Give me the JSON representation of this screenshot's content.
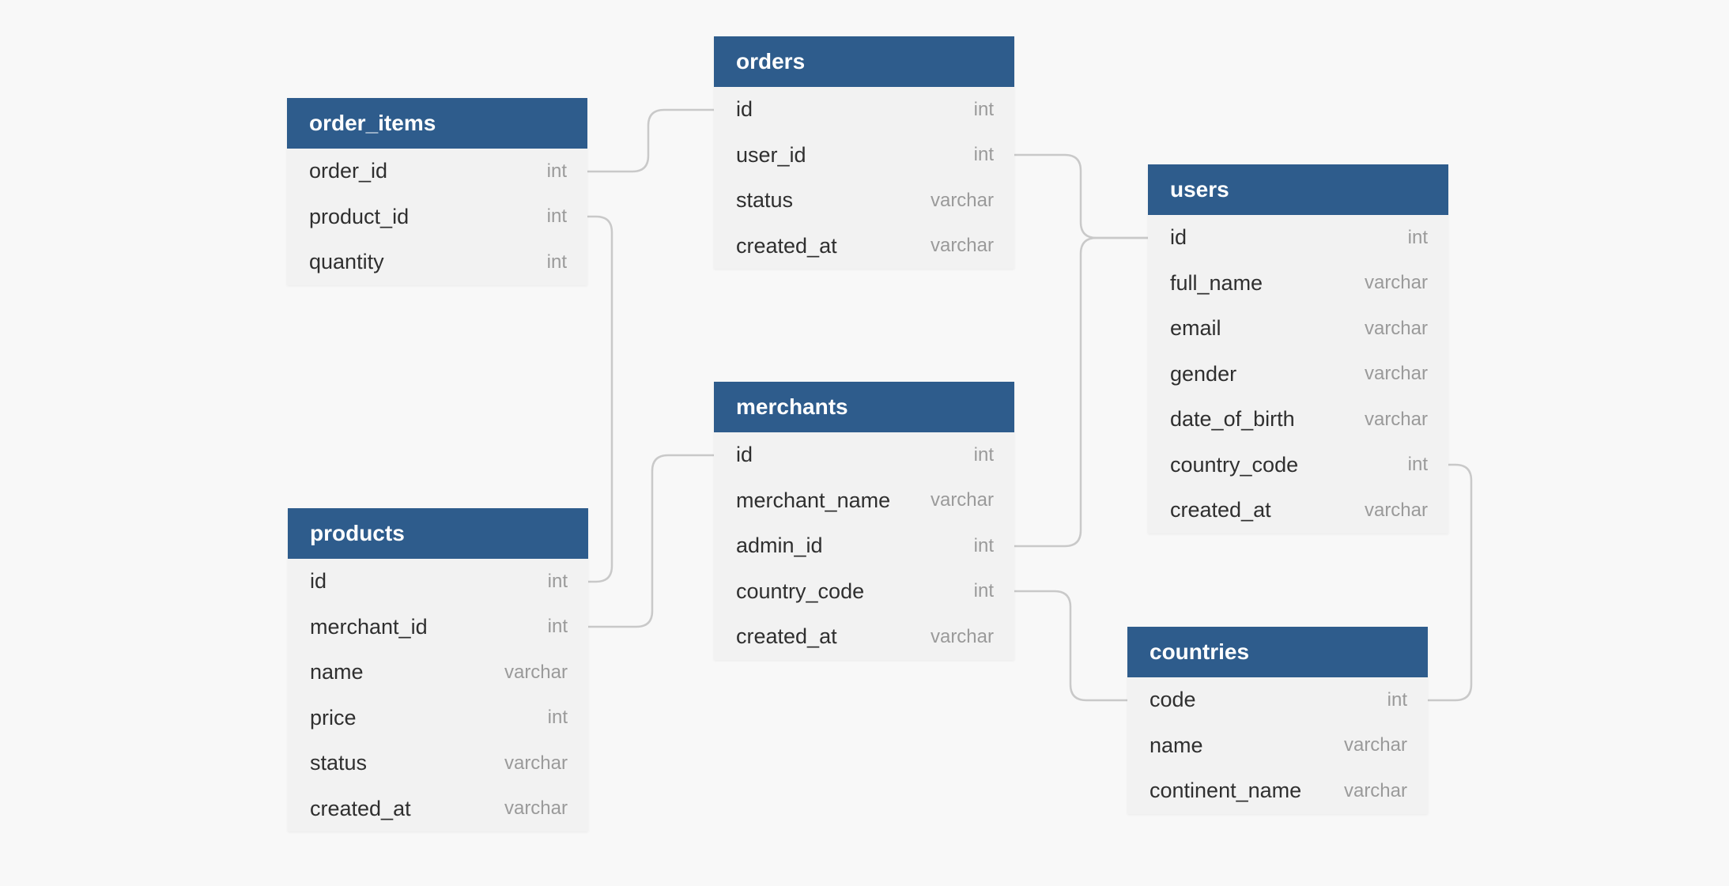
{
  "diagram": {
    "background_color": "#f8f8f8",
    "table_header_color": "#2e5c8c",
    "table_header_text_color": "#ffffff",
    "table_row_color": "#f2f2f2",
    "field_name_color": "#2f2f2f",
    "field_type_color": "#9a9a9a",
    "connector_color": "#c9c9c9"
  },
  "tables": [
    {
      "name": "order_items",
      "fields": [
        {
          "name": "order_id",
          "type": "int"
        },
        {
          "name": "product_id",
          "type": "int"
        },
        {
          "name": "quantity",
          "type": "int"
        }
      ]
    },
    {
      "name": "orders",
      "fields": [
        {
          "name": "id",
          "type": "int"
        },
        {
          "name": "user_id",
          "type": "int"
        },
        {
          "name": "status",
          "type": "varchar"
        },
        {
          "name": "created_at",
          "type": "varchar"
        }
      ]
    },
    {
      "name": "users",
      "fields": [
        {
          "name": "id",
          "type": "int"
        },
        {
          "name": "full_name",
          "type": "varchar"
        },
        {
          "name": "email",
          "type": "varchar"
        },
        {
          "name": "gender",
          "type": "varchar"
        },
        {
          "name": "date_of_birth",
          "type": "varchar"
        },
        {
          "name": "country_code",
          "type": "int"
        },
        {
          "name": "created_at",
          "type": "varchar"
        }
      ]
    },
    {
      "name": "products",
      "fields": [
        {
          "name": "id",
          "type": "int"
        },
        {
          "name": "merchant_id",
          "type": "int"
        },
        {
          "name": "name",
          "type": "varchar"
        },
        {
          "name": "price",
          "type": "int"
        },
        {
          "name": "status",
          "type": "varchar"
        },
        {
          "name": "created_at",
          "type": "varchar"
        }
      ]
    },
    {
      "name": "merchants",
      "fields": [
        {
          "name": "id",
          "type": "int"
        },
        {
          "name": "merchant_name",
          "type": "varchar"
        },
        {
          "name": "admin_id",
          "type": "int"
        },
        {
          "name": "country_code",
          "type": "int"
        },
        {
          "name": "created_at",
          "type": "varchar"
        }
      ]
    },
    {
      "name": "countries",
      "fields": [
        {
          "name": "code",
          "type": "int"
        },
        {
          "name": "name",
          "type": "varchar"
        },
        {
          "name": "continent_name",
          "type": "varchar"
        }
      ]
    }
  ],
  "relations": [
    {
      "from": "order_items.order_id",
      "to": "orders.id"
    },
    {
      "from": "order_items.product_id",
      "to": "products.id"
    },
    {
      "from": "products.merchant_id",
      "to": "merchants.id"
    },
    {
      "from": "orders.user_id",
      "to": "users.id"
    },
    {
      "from": "merchants.admin_id",
      "to": "users.id"
    },
    {
      "from": "merchants.country_code",
      "to": "countries.code"
    },
    {
      "from": "users.country_code",
      "to": "countries.code"
    }
  ]
}
